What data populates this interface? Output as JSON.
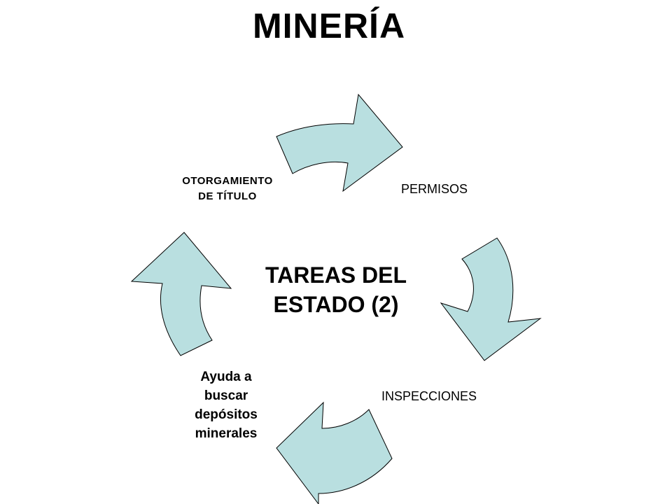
{
  "title": "MINERÍA",
  "center_text": {
    "line1": "TAREAS DEL",
    "line2": "ESTADO (2)"
  },
  "cycle": {
    "fill_color": "#b9dfe0",
    "stroke_color": "#000000",
    "steps": [
      {
        "lines": [
          "PERMISOS"
        ]
      },
      {
        "lines": [
          "INSPECCIONES"
        ]
      },
      {
        "lines": [
          "Ayuda a",
          "buscar",
          "depósitos",
          "minerales"
        ]
      },
      {
        "lines": [
          "OTORGAMIENTO",
          "DE TÍTULO"
        ]
      }
    ]
  }
}
